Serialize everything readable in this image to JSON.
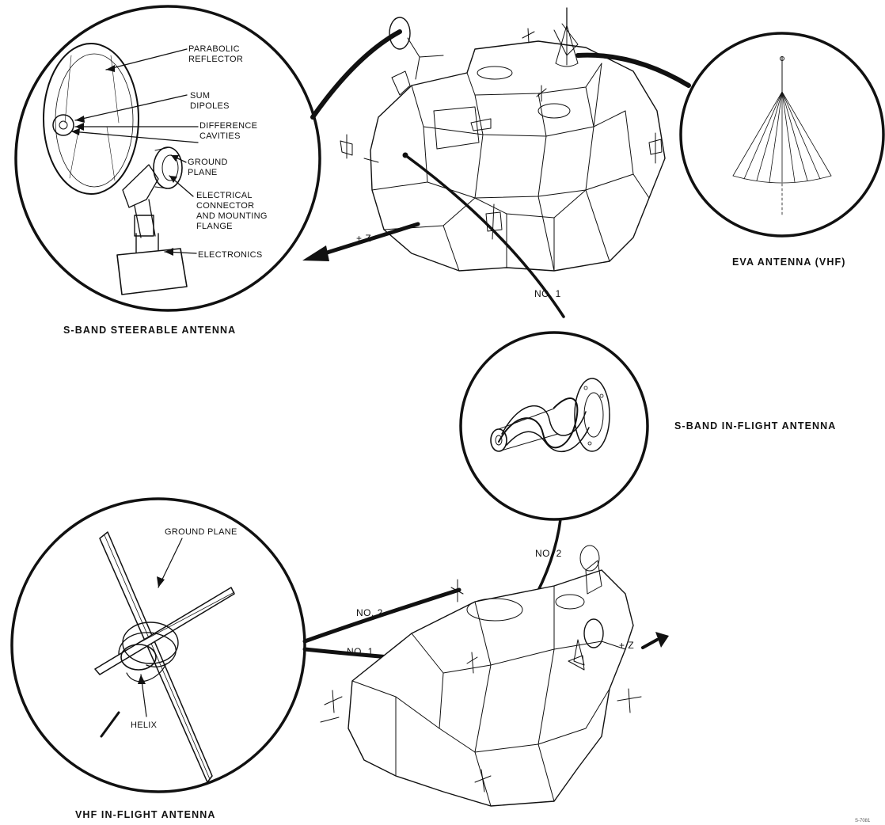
{
  "titles": {
    "steerable": "S-BAND STEERABLE ANTENNA",
    "eva": "EVA ANTENNA (VHF)",
    "sband_inflight": "S-BAND IN-FLIGHT ANTENNA",
    "vhf_inflight": "VHF IN-FLIGHT ANTENNA"
  },
  "steerable_parts": [
    "PARABOLIC\nREFLECTOR",
    "SUM\nDIPOLES",
    "DIFFERENCE\nCAVITIES",
    "GROUND\nPLANE",
    "ELECTRICAL\nCONNECTOR\nAND MOUNTING\nFLANGE",
    "ELECTRONICS"
  ],
  "vhf_parts": {
    "ground_plane": "GROUND PLANE",
    "helix": "HELIX"
  },
  "callouts": {
    "no1_upper": "NO. 1",
    "no2_mid": "NO. 2",
    "no2_lower": "NO. 2",
    "no1_lower": "NO. 1",
    "z_upper": "+ Z",
    "z_lower": "+ Z"
  },
  "figure_code": "S-7081"
}
